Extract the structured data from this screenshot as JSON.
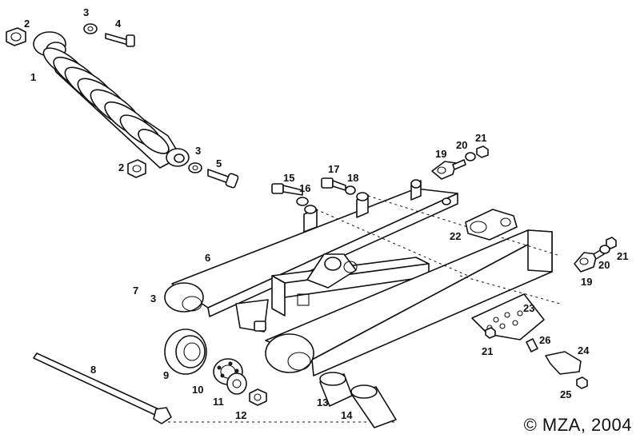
{
  "labels": {
    "p1": "1",
    "p2a": "2",
    "p2b": "2",
    "p3a": "3",
    "p3b": "3",
    "p3c": "3",
    "p4": "4",
    "p5": "5",
    "p6": "6",
    "p7": "7",
    "p8": "8",
    "p9": "9",
    "p10": "10",
    "p11": "11",
    "p12": "12",
    "p13": "13",
    "p14": "14",
    "p15": "15",
    "p16": "16",
    "p17": "17",
    "p18": "18",
    "p19a": "19",
    "p19b": "19",
    "p20a": "20",
    "p20b": "20",
    "p21a": "21",
    "p21b": "21",
    "p21c": "21",
    "p22": "22",
    "p23": "23",
    "p24": "24",
    "p25": "25",
    "p26": "26"
  },
  "copyright": "© MZA, 2004"
}
